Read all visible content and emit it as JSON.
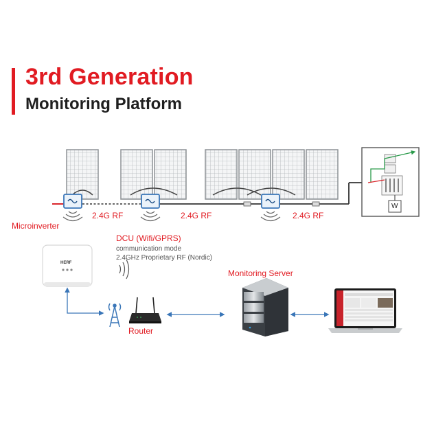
{
  "header": {
    "title_line1": "3rd Generation",
    "title_line2": "Monitoring Platform"
  },
  "labels": {
    "rf_1": "2.4G RF",
    "rf_2": "2.4G RF",
    "rf_3": "2.4G RF",
    "microinverter": "Microinverter",
    "dcu": "DCU (Wifi/GPRS)",
    "comm_mode": "communication mode",
    "proprietary_rf": "2.4GHz Proprietary RF (Nordic)",
    "monitoring_server": "Monitoring Server",
    "router": "Router",
    "meter_letter": "W"
  },
  "colors": {
    "brand_red": "#e11b22",
    "title_dark": "#1f1f1f",
    "connector_blue": "#3a76b8",
    "panel_gray": "#bfc3c6",
    "ac_green": "#2a9a4a"
  },
  "icons": [
    "solar-panel-icon",
    "microinverter-icon",
    "wifi-signal-icon",
    "dcu-device-icon",
    "antenna-tower-icon",
    "router-icon",
    "server-icon",
    "laptop-icon",
    "distribution-box-icon"
  ]
}
